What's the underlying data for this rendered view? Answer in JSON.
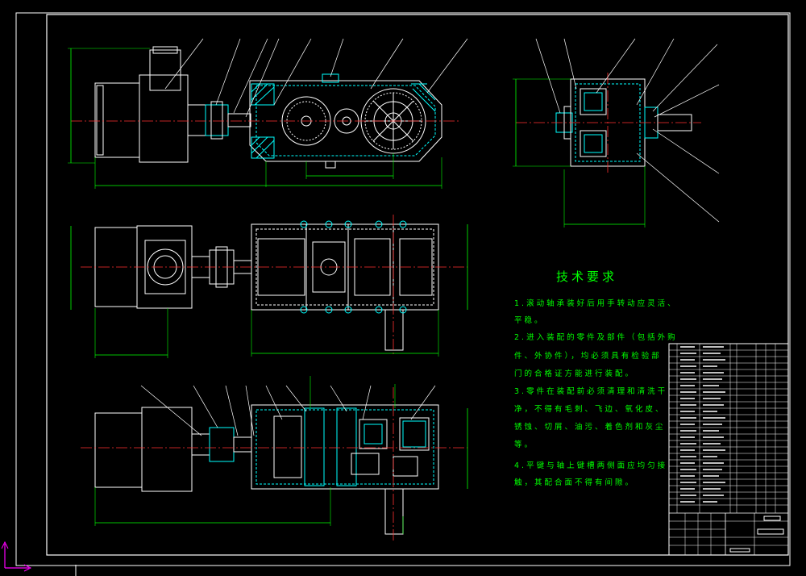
{
  "colors": {
    "background": "#000000",
    "outline": "#ffffff",
    "hatch": "#00ffff",
    "centerline": "#ff3030",
    "dimension": "#00ff00",
    "leader": "#ffffff",
    "text": "#00ff00",
    "axis_y": "#ff00ff"
  },
  "technical_requirements": {
    "title": "技术要求",
    "lines": [
      "1.滚动轴承装好后用手转动应灵活、",
      "   平稳。",
      "2.进入装配的零件及部件（包括外购",
      "   件、外协件），均必须具有检验部",
      "   门的合格证方能进行装配。",
      "3.零件在装配前必须清理和清洗干",
      "   净，不得有毛刺、飞边、氧化皮、",
      "   锈蚀、切屑、油污、着色剂和灰尘",
      "   等。",
      "4.平键与轴上键槽两侧面应均匀接",
      "   触，其配合面不得有间隙。"
    ]
  }
}
